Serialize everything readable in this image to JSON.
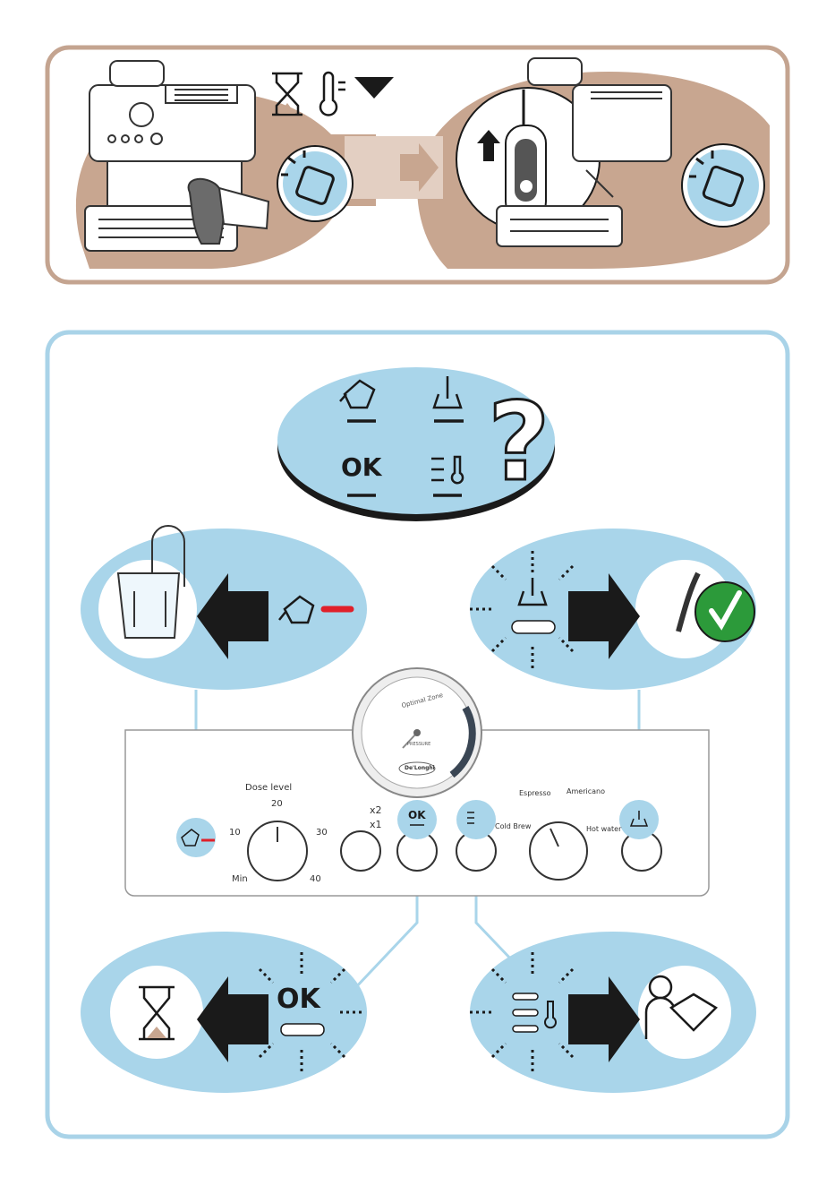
{
  "colors": {
    "tan_frame": "#c4a490",
    "tan_fill": "#c8a690",
    "blue_frame": "#a9d3e8",
    "blue_fill": "#a9d5ea",
    "black_arrow": "#1a1a1a",
    "red_indicator": "#e0202a",
    "green_check": "#2c9a3a"
  },
  "top_section": {
    "icons": [
      "coffee-machine-icon",
      "hourglass-icon",
      "thermometer-icon",
      "down-triangle-icon",
      "right-arrow-icon",
      "cleaning-cloth-icon",
      "steam-wand-icon",
      "up-arrow-icon"
    ]
  },
  "question_bubble": {
    "ok_label": "OK",
    "question_mark": "?"
  },
  "dashboard": {
    "ok_button_label": "OK",
    "dose_level_label": "Dose level",
    "dial_ticks": {
      "t20": "20",
      "t10": "10",
      "t30": "30",
      "tmin": "Min",
      "t40": "40"
    },
    "cup_x2": "x2",
    "cup_x1": "x1",
    "gauge_optimal": "Optimal Zone",
    "gauge_pressure": "PRESSURE",
    "gauge_brand": "De'Longhi",
    "beverages": {
      "espresso": "Espresso",
      "americano": "Americano",
      "cold_brew": "Cold Brew",
      "hot_water": "Hot water"
    }
  },
  "bottom_left": {
    "ok_label": "OK"
  }
}
